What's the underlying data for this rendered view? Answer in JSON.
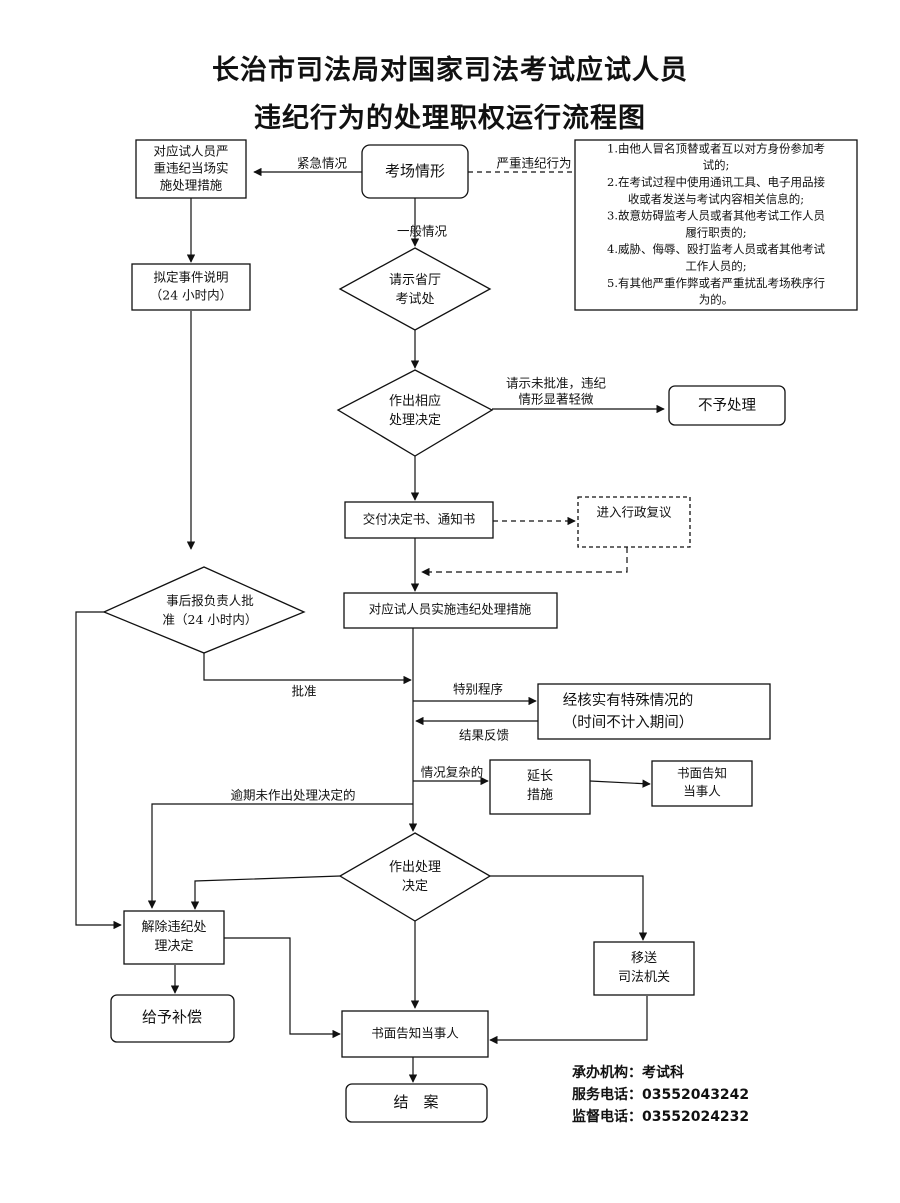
{
  "title": {
    "line1": "长治市司法局对国家司法考试应试人员",
    "line2": "违纪行为的处理职权运行流程图"
  },
  "nodes": {
    "emergency_measures": [
      "对应试人员严",
      "重违纪当场实",
      "施处理措施"
    ],
    "exam_situation": [
      "考场情形"
    ],
    "serious_list": [
      "1.由他人冒名顶替或者互以对方身份参加考",
      "试的;",
      "2.在考试过程中使用通讯工具、电子用品接",
      "收或者发送与考试内容相关信息的;",
      "3.故意妨碍监考人员或者其他考试工作人员",
      "履行职责的;",
      "4.威胁、侮辱、殴打监考人员或者其他考试",
      "工作人员的;",
      "5.有其他严重作弊或者严重扰乱考场秩序行",
      "为的。"
    ],
    "draft_explanation": [
      "拟定事件说明",
      "（24 小时内）"
    ],
    "request_province": [
      "请示省厅",
      "考试处"
    ],
    "make_decision": [
      "作出相应",
      "处理决定"
    ],
    "no_action": [
      "不予处理"
    ],
    "deliver_notice": [
      "交付决定书、通知书"
    ],
    "admin_review": [
      "进入行政复议"
    ],
    "approval_after": [
      "事后报负责人批",
      "准（24 小时内）"
    ],
    "implement_measures": [
      "对应试人员实施违纪处理措施"
    ],
    "special_verified": [
      "经核实有特殊情况的",
      "（时间不计入期间）"
    ],
    "extend_measures": [
      "延长",
      "措施"
    ],
    "notify_party_written1": [
      "书面告知",
      "当事人"
    ],
    "final_decision": [
      "作出处理",
      "决定"
    ],
    "lift_discipline": [
      "解除违纪处",
      "理决定"
    ],
    "transfer_judicial": [
      "移送",
      "司法机关"
    ],
    "compensation": [
      "给予补偿"
    ],
    "notify_party_written2": [
      "书面告知当事人"
    ],
    "close_case": [
      "结　案"
    ]
  },
  "edges": {
    "emergency": "紧急情况",
    "serious": "严重违纪行为",
    "general": "一般情况",
    "not_approved": [
      "请示未批准，违纪",
      "情形显著轻微"
    ],
    "approved": "批准",
    "special_procedure": "特别程序",
    "feedback": "结果反馈",
    "complex": "情况复杂的",
    "overdue": "逾期未作出处理决定的"
  },
  "footer": {
    "org": "承办机构：考试科",
    "service": "服务电话：03552043242",
    "supervise": "监督电话：03552024232"
  }
}
